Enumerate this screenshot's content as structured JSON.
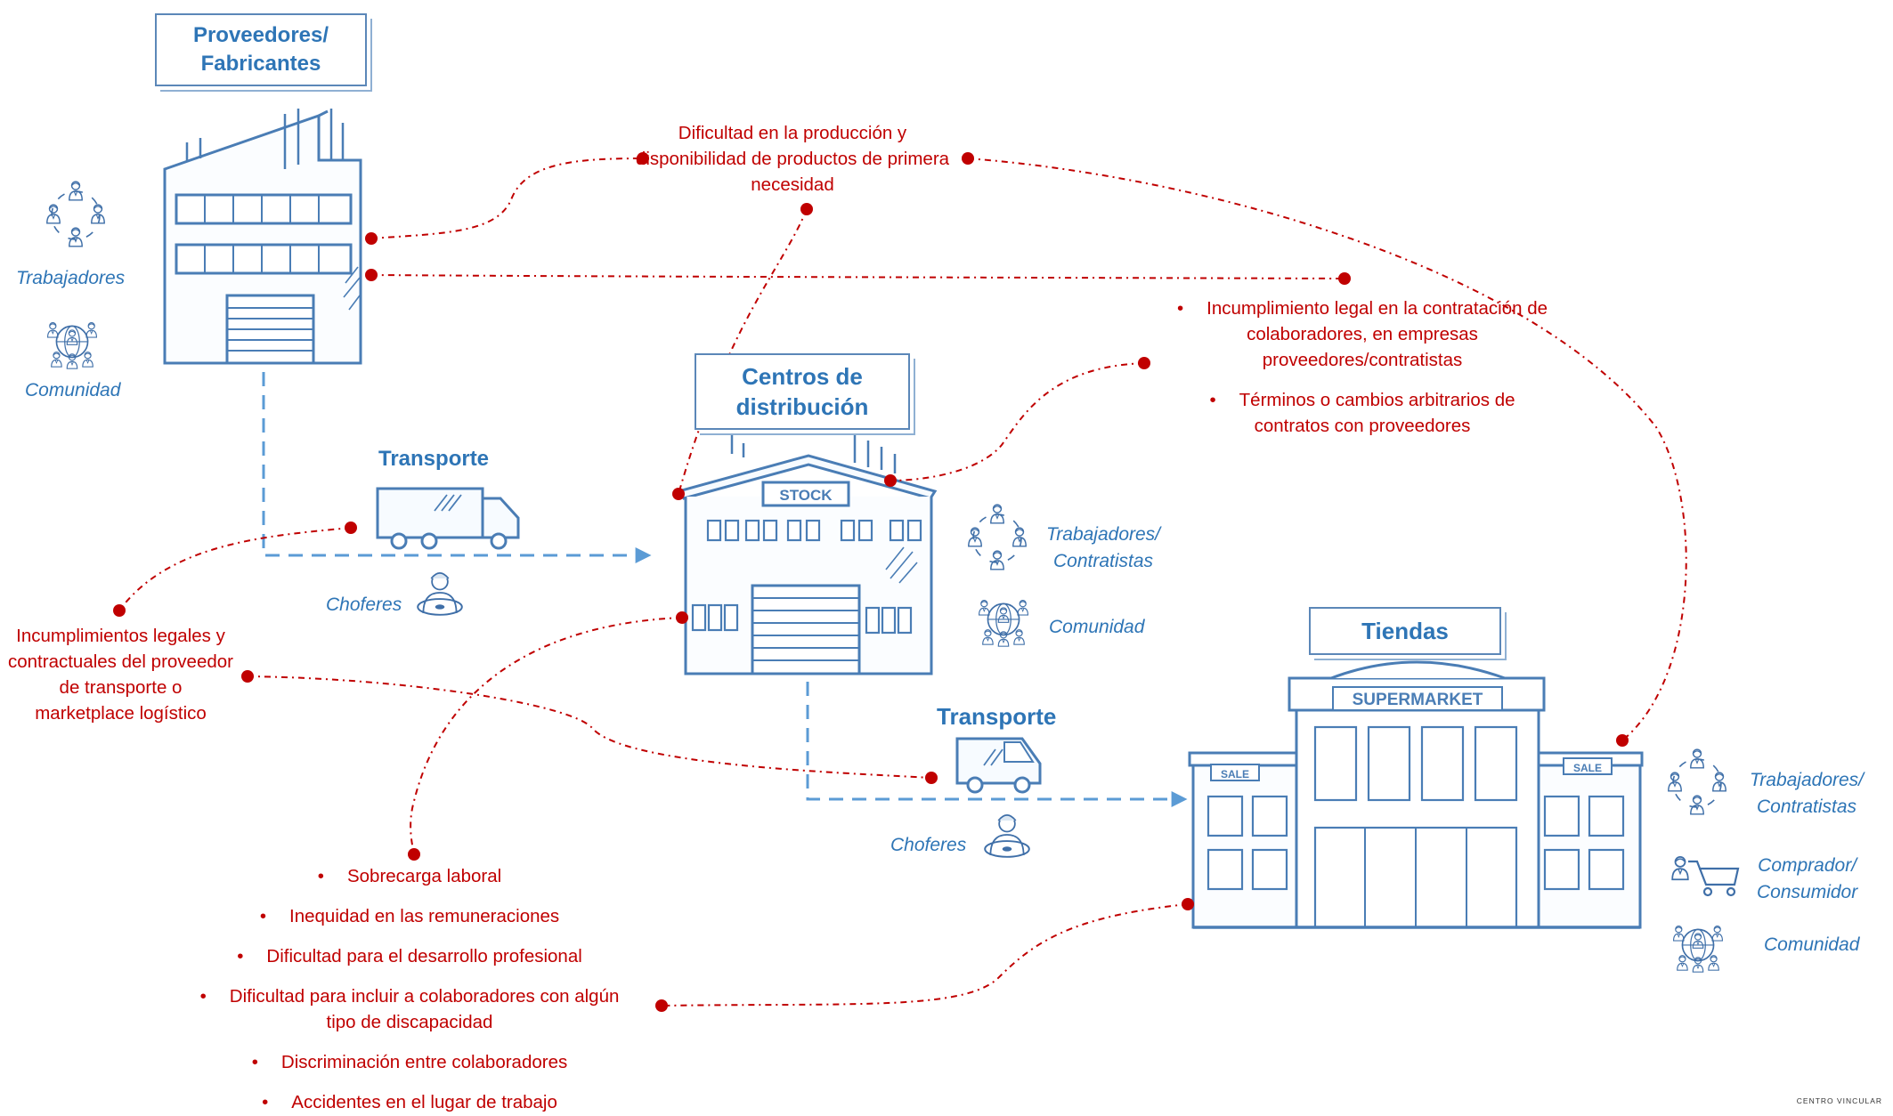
{
  "nodes": {
    "proveedores": "Proveedores/\nFabricantes",
    "centros": "Centros de\ndistribución",
    "tiendas": "Tiendas"
  },
  "transport": {
    "label1": "Transporte",
    "label2": "Transporte",
    "drivers1": "Choferes",
    "drivers2": "Choferes"
  },
  "buildings": {
    "stock_sign": "STOCK",
    "supermarket_sign": "SUPERMARKET",
    "sale_left": "SALE",
    "sale_right": "SALE"
  },
  "actors": {
    "proveedores_workers": "Trabajadores",
    "proveedores_community": "Comunidad",
    "centros_workers": "Trabajadores/\nContratistas",
    "centros_community": "Comunidad",
    "tiendas_workers": "Trabajadores/\nContratistas",
    "tiendas_buyer": "Comprador/\nConsumidor",
    "tiendas_community": "Comunidad"
  },
  "risks": {
    "production": "Dificultad en la producción y disponibilidad de productos de primera necesidad",
    "legal_contracts": [
      "Incumplimiento legal en la contratación de colaboradores, en empresas proveedores/contratistas",
      "Términos o cambios arbitrarios de contratos con proveedores"
    ],
    "transport_legal": "Incumplimientos legales y contractuales del proveedor de transporte o marketplace logístico",
    "labor": [
      "Sobrecarga laboral",
      "Inequidad en las remuneraciones",
      "Dificultad para el desarrollo profesional",
      "Dificultad para incluir a colaboradores con algún tipo de discapacidad",
      "Discriminación entre colaboradores",
      "Accidentes en el lugar de trabajo"
    ]
  },
  "footer": "CENTRO VINCULAR",
  "colors": {
    "blue": "#2e75b6",
    "sketch": "#4a7db5",
    "red": "#c00000"
  }
}
